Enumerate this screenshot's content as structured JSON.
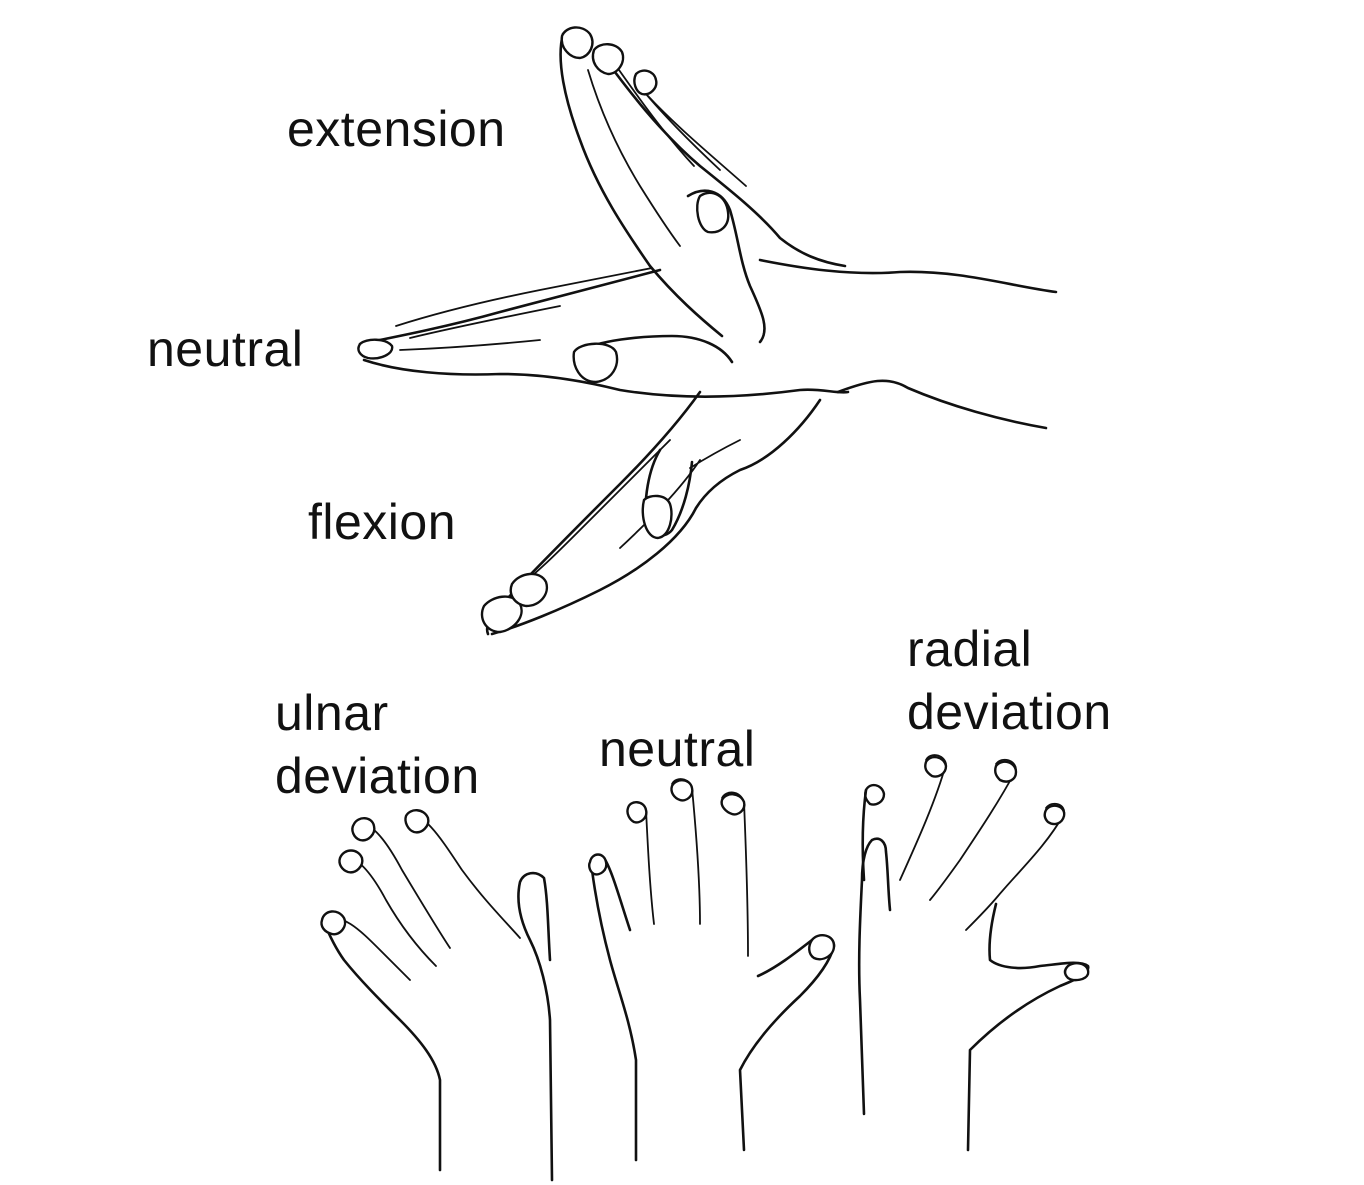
{
  "labels": {
    "extension": "extension",
    "neutral_top": "neutral",
    "flexion": "flexion",
    "ulnar_line1": "ulnar",
    "ulnar_line2": "deviation",
    "neutral_bottom": "neutral",
    "radial_line1": "radial",
    "radial_line2": "deviation"
  },
  "colors": {
    "ink": "#111111",
    "background": "#ffffff"
  }
}
